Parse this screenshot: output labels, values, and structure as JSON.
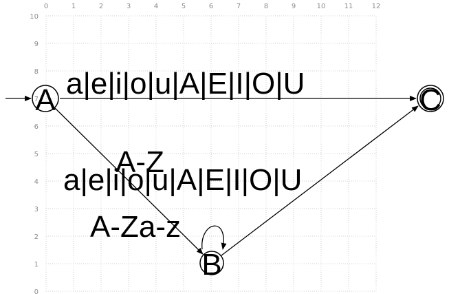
{
  "grid": {
    "x_ticks": [
      "0",
      "1",
      "2",
      "3",
      "4",
      "5",
      "6",
      "7",
      "8",
      "9",
      "10",
      "11",
      "12"
    ],
    "y_ticks": [
      "0",
      "1",
      "2",
      "3",
      "4",
      "5",
      "6",
      "7",
      "8",
      "9",
      "10"
    ],
    "grid_color": "#cfcfcf",
    "tick_color": "#8a8a8a"
  },
  "states": [
    {
      "id": "A",
      "label": "A",
      "initial": true,
      "accepting": false
    },
    {
      "id": "B",
      "label": "B",
      "initial": false,
      "accepting": false
    },
    {
      "id": "C",
      "label": "C",
      "initial": false,
      "accepting": true
    }
  ],
  "transitions": [
    {
      "from": "A",
      "to": "C",
      "label": "a|e|i|o|u|A|E|I|O|U"
    },
    {
      "from": "A",
      "to": "B",
      "label": "A-Z"
    },
    {
      "from": "B",
      "to": "C",
      "label": "a|e|i|o|u|A|E|I|O|U"
    },
    {
      "from": "B",
      "to": "B",
      "label": "A-Za-z"
    }
  ]
}
